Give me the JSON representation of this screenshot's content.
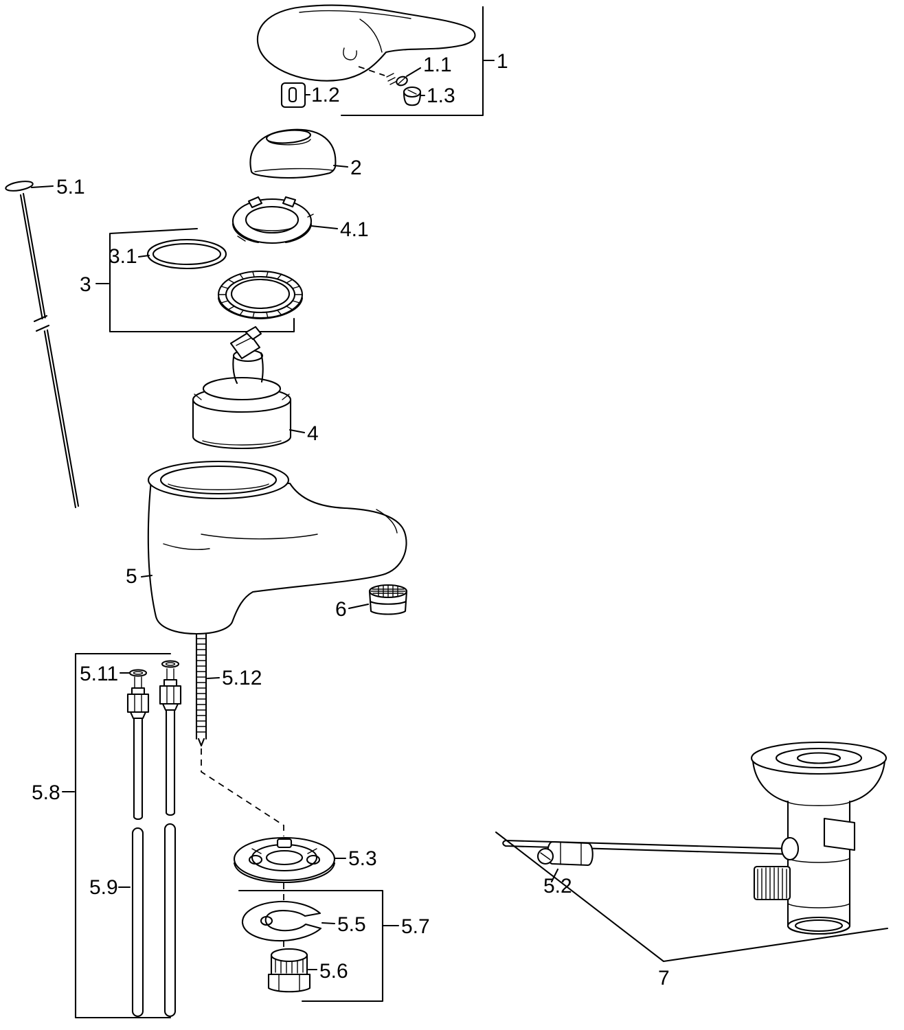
{
  "diagram": {
    "colors": {
      "background": "#ffffff",
      "line": "#000000",
      "label": "#000000"
    },
    "labels": {
      "l1": "1",
      "l1_1": "1.1",
      "l1_2": "1.2",
      "l1_3": "1.3",
      "l2": "2",
      "l3": "3",
      "l3_1": "3.1",
      "l4": "4",
      "l4_1": "4.1",
      "l5": "5",
      "l5_1": "5.1",
      "l5_2": "5.2",
      "l5_3": "5.3",
      "l5_5": "5.5",
      "l5_6": "5.6",
      "l5_7": "5.7",
      "l5_8": "5.8",
      "l5_9": "5.9",
      "l5_11": "5.11",
      "l5_12": "5.12",
      "l6": "6",
      "l7": "7"
    }
  }
}
